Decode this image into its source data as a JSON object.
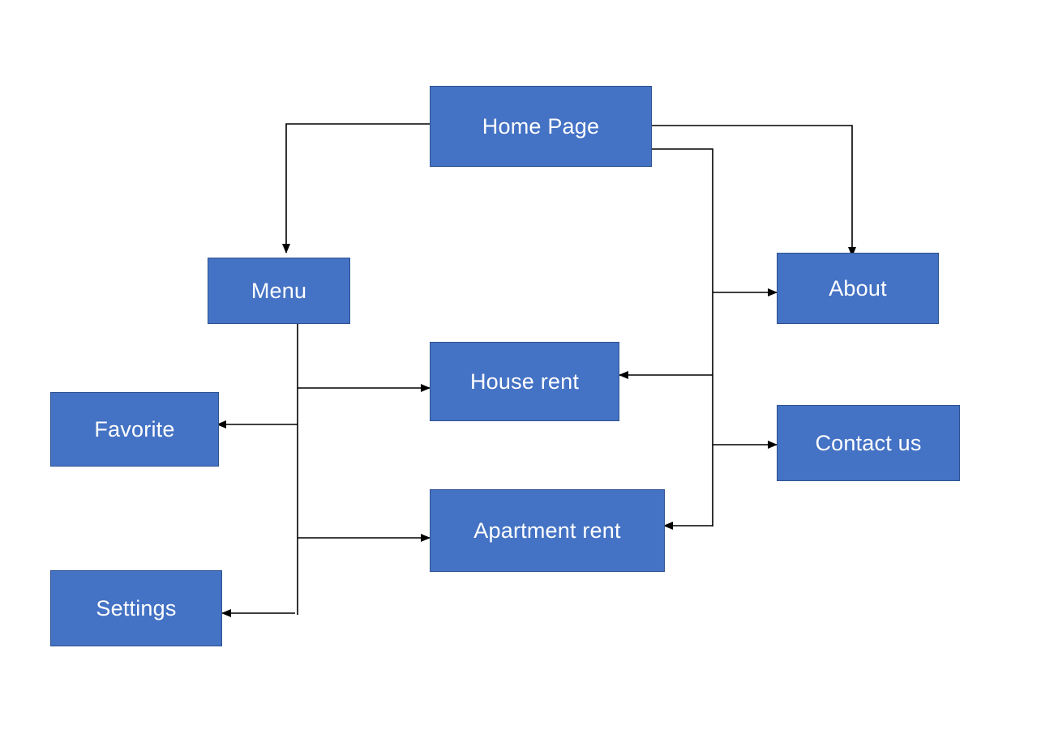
{
  "diagram": {
    "nodes": {
      "home": "Home Page",
      "menu": "Menu",
      "about": "About",
      "house_rent": "House rent",
      "favorite": "Favorite",
      "contact_us": "Contact us",
      "apartment_rent": "Apartment rent",
      "settings": "Settings"
    },
    "edges": [
      {
        "from": "Home Page",
        "to": "Menu"
      },
      {
        "from": "Home Page",
        "to": "About"
      },
      {
        "from": "Home Page",
        "to": "About"
      },
      {
        "from": "Home Page",
        "to": "House rent"
      },
      {
        "from": "Home Page",
        "to": "Contact us"
      },
      {
        "from": "Home Page",
        "to": "Apartment rent"
      },
      {
        "from": "Menu",
        "to": "House rent"
      },
      {
        "from": "Menu",
        "to": "Favorite"
      },
      {
        "from": "Menu",
        "to": "Apartment rent"
      },
      {
        "from": "Menu",
        "to": "Settings"
      }
    ],
    "colors": {
      "node_fill": "#4472c4",
      "node_border": "#2f528f",
      "node_text": "#ffffff",
      "connector": "#000000"
    }
  }
}
